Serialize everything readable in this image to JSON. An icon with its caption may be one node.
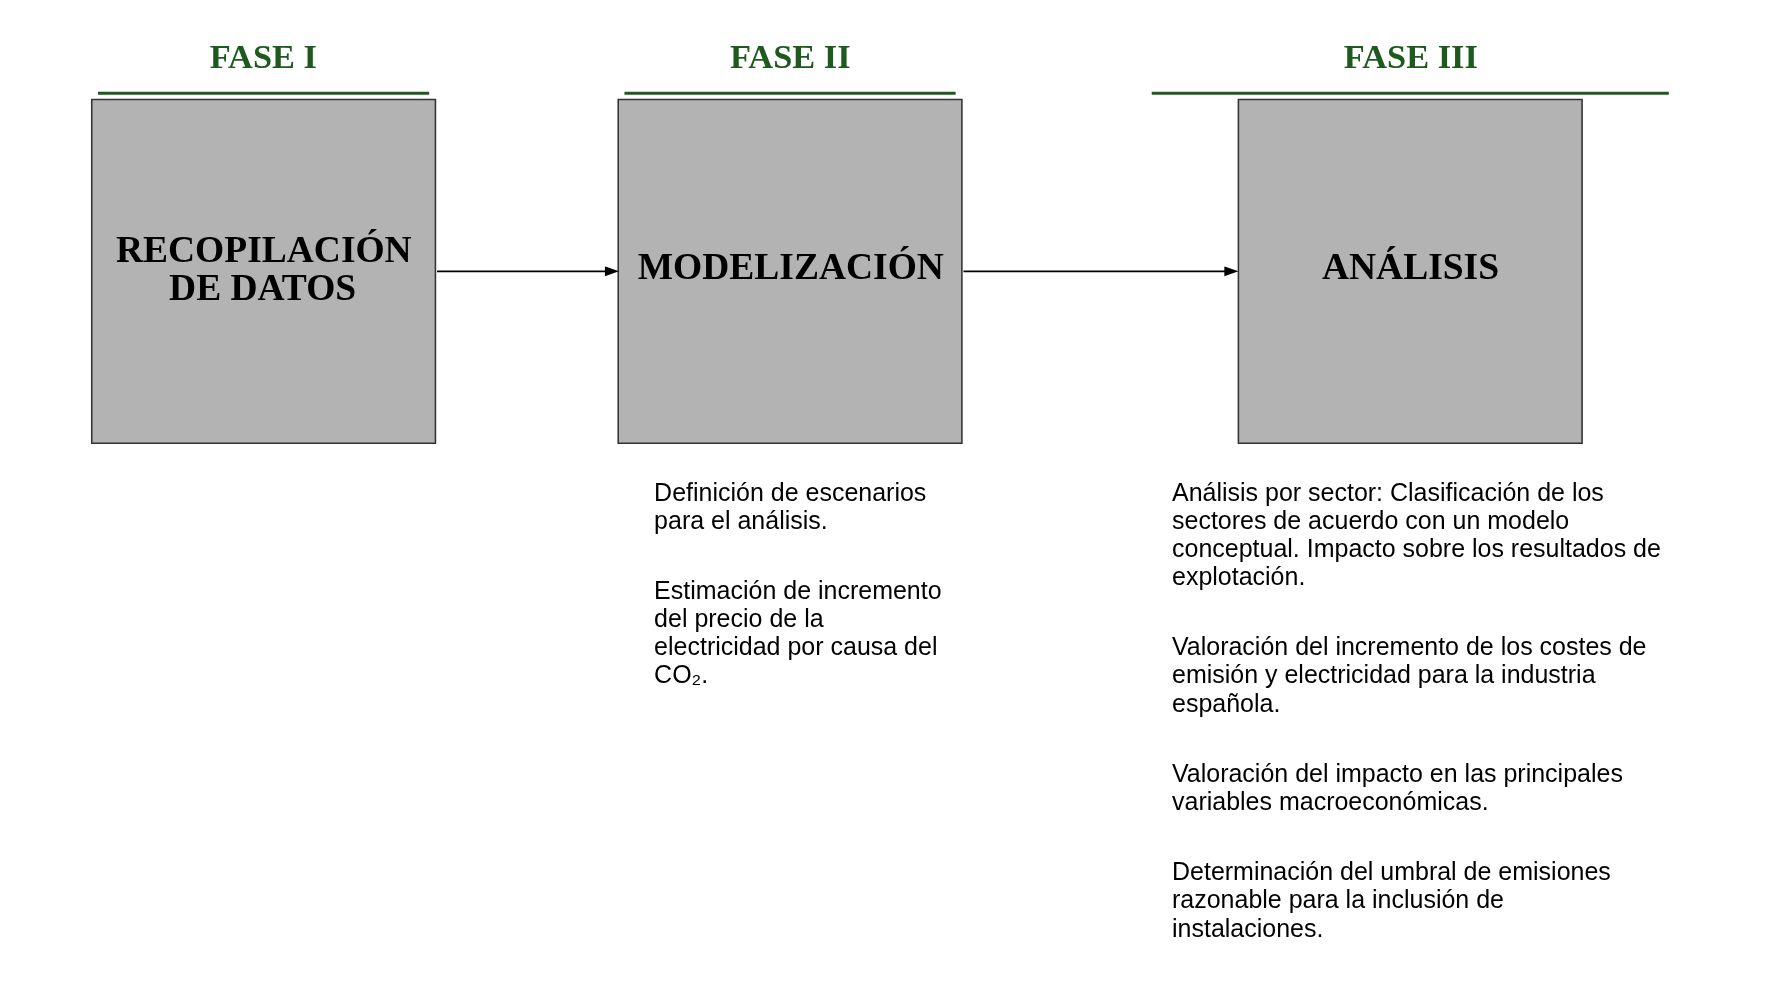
{
  "diagram": {
    "nodes": [
      {
        "text": [
          "FASE I",
          "RECOPILACIÓN DE DATOS"
        ]
      },
      {
        "text": [
          "FASE II",
          "MODELIZACIÓN"
        ],
        "beside": [
          "Definición de escenarios para el análisis.",
          "Estimación de incremento del precio de la electricidad por causa del CO₂."
        ]
      },
      {
        "text": [
          "FASE III",
          "ANÁLISIS"
        ],
        "beside": [
          "Análisis por sector: Clasificación de los sectores de acuerdo con un modelo conceptual. Impacto sobre los resultados de explotación.",
          "Valoración del incremento de los costes de emisión y electricidad para la industria española.",
          "Valoración del impacto en las principales variables macroeconómicas.",
          "Determinación del umbral de emisiones razonable para la inclusión de instalaciones."
        ]
      }
    ],
    "edges": [
      {
        "from": 0,
        "to": 1,
        "arrow": "to"
      },
      {
        "from": 1,
        "to": 2,
        "arrow": "to"
      }
    ]
  }
}
